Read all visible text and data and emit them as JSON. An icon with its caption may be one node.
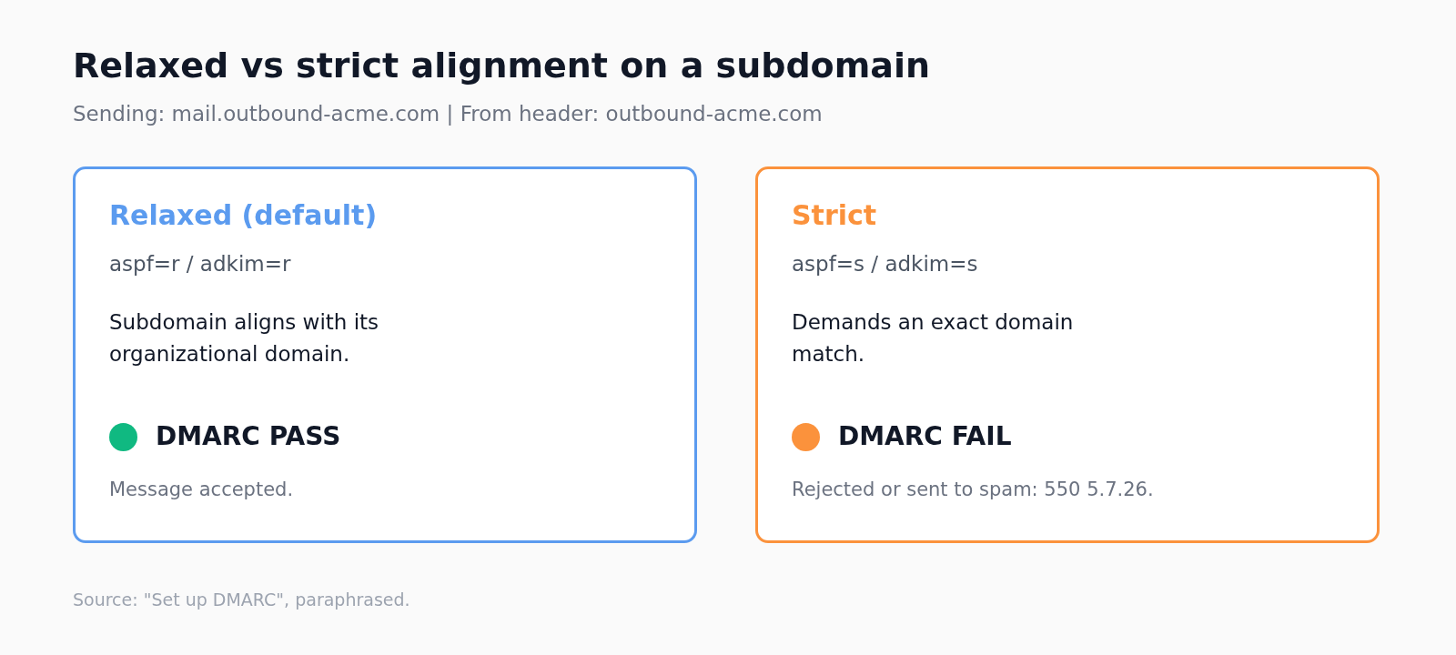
{
  "diagram": {
    "title": "Relaxed vs strict alignment on a subdomain",
    "caption": "Source: \"Set up DMARC\", paraphrased.",
    "nodes": [
      {
        "text": [
          "Relaxed (default)",
          "aspf=r / adkim=r",
          "Subdomain aligns with its organizational domain.",
          "DMARC PASS",
          "Message accepted."
        ]
      },
      {
        "text": [
          "Strict",
          "aspf=s / adkim=s",
          "Demands an exact domain match.",
          "DMARC FAIL",
          "Rejected or sent to spam: 550 5.7.26."
        ]
      }
    ],
    "edges": [],
    "labels": [
      "Sending: mail.outbound-acme.com | From header: outbound-acme.com"
    ]
  }
}
